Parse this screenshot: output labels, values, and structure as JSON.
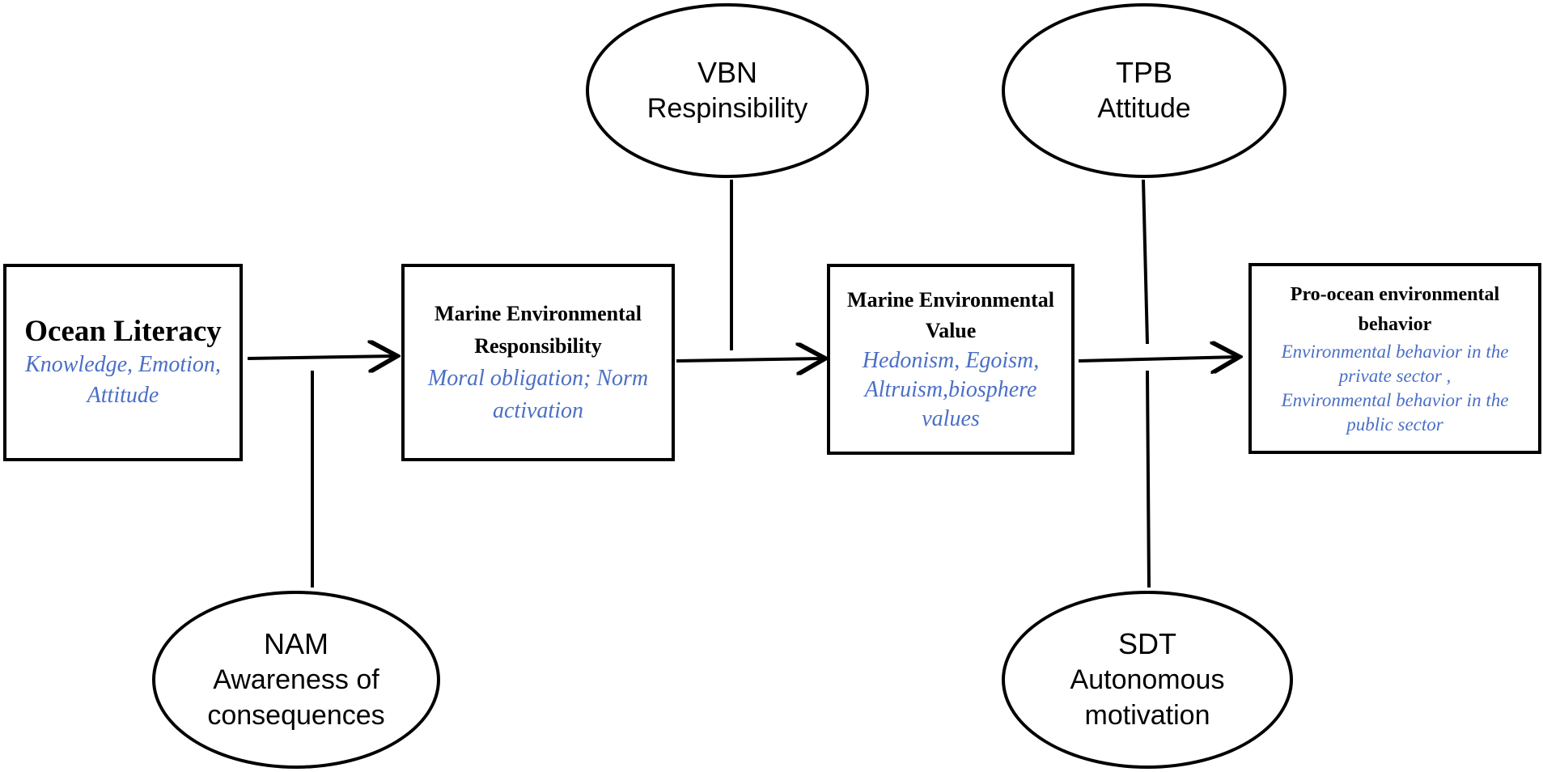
{
  "boxes": {
    "ocean_literacy": {
      "title": "Ocean Literacy",
      "sub": "Knowledge, Emotion, Attitude"
    },
    "responsibility": {
      "title": "Marine Environmental Responsibility",
      "sub": "Moral obligation; Norm activation"
    },
    "value": {
      "title": "Marine Environmental Value",
      "sub": "Hedonism, Egoism, Altruism,biosphere values"
    },
    "behavior": {
      "title": "Pro-ocean environmental behavior",
      "sub_line1": "Environmental behavior in the private sector ,",
      "sub_line2": "Environmental behavior in the public sector"
    }
  },
  "theories": {
    "vbn": {
      "name": "VBN",
      "concept": "Respinsibility"
    },
    "tpb": {
      "name": "TPB",
      "concept": "Attitude"
    },
    "nam": {
      "name": "NAM",
      "concept": "Awareness of consequences"
    },
    "sdt": {
      "name": "SDT",
      "concept": "Autonomous motivation"
    }
  }
}
